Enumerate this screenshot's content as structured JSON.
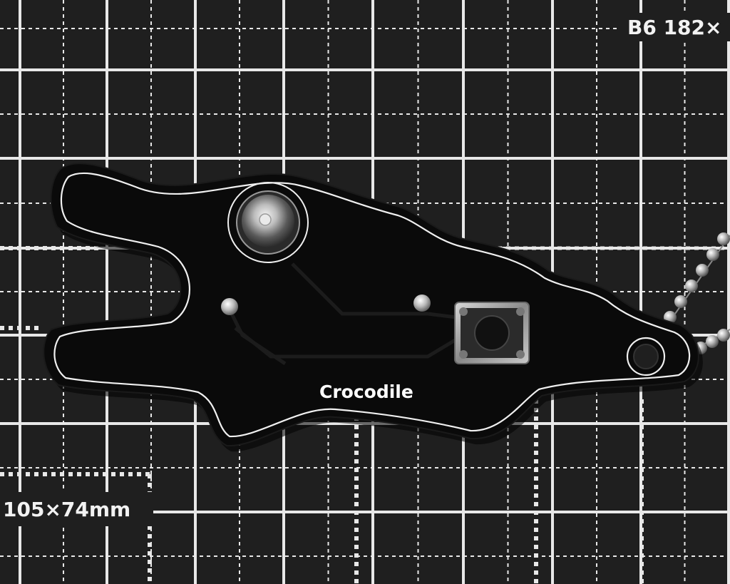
{
  "mat": {
    "label_top_right": "B6 182×",
    "label_bottom_left": "105×74mm"
  },
  "board": {
    "silkscreen_label": "Crocodile"
  },
  "colors": {
    "mat_background": "#222222",
    "grid_line": "#e8e8e8",
    "pcb_black": "#0a0a0a",
    "silkscreen": "#f5f5f5"
  }
}
